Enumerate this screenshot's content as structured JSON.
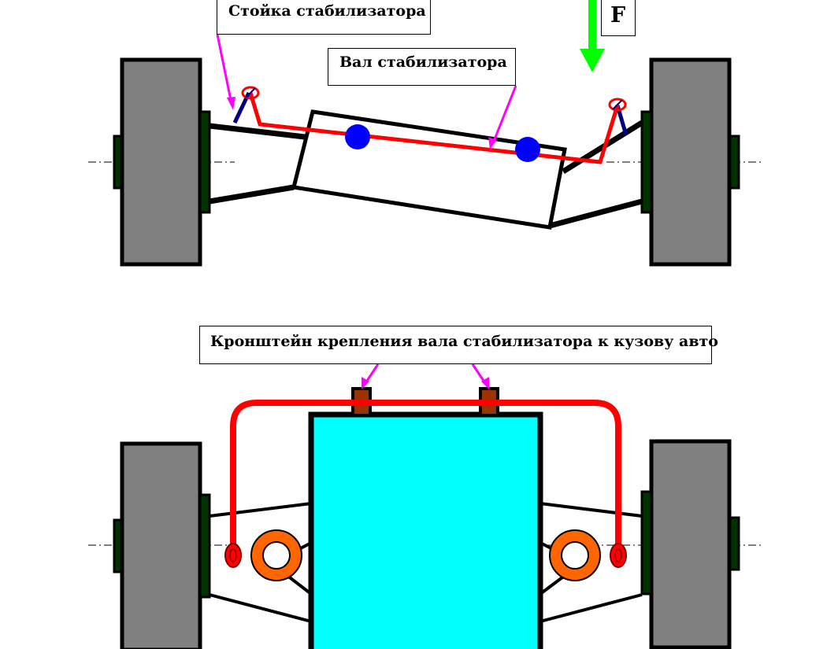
{
  "labels": {
    "strut": "Стойка стабилизатора",
    "shaft": "Вал стабилизатора",
    "force": "F",
    "bracket": "Кронштейн крепления вала стабилизатора к кузову авто"
  },
  "colors": {
    "tire": "#808080",
    "hub": "#003300",
    "bar": "#ff0000",
    "pointer": "#ff00ff",
    "force_arrow": "#00ff00",
    "pivot": "#0000ff",
    "link": "#000080",
    "body": "#00ffff",
    "bracket": "#993300",
    "bushing": "#ff6600"
  },
  "icons": [
    "force-arrow-icon",
    "pivot-dot-icon",
    "link-joint-icon",
    "bushing-ring-icon"
  ]
}
